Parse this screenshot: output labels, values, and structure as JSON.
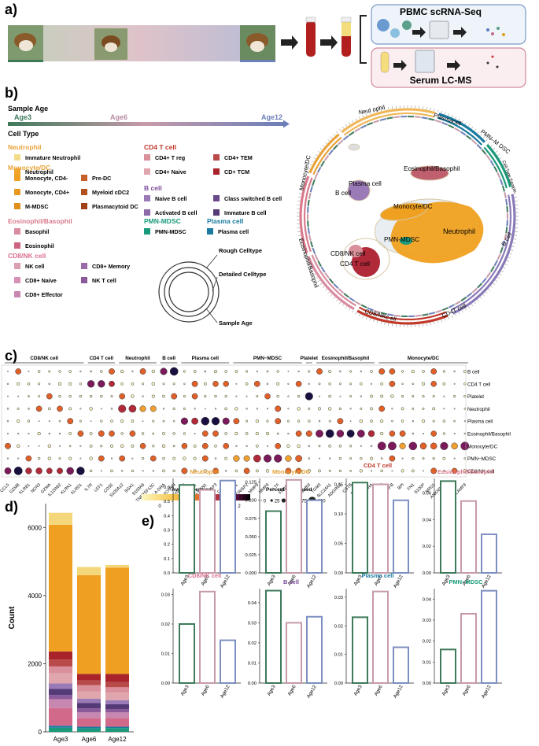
{
  "panel_a": {
    "letter": "a)",
    "box_top": "PBMC scRNA-Seq",
    "box_bottom": "Serum LC-MS"
  },
  "panel_b": {
    "letter": "b)",
    "sample_age_title": "Sample Age",
    "ages": [
      "Age3",
      "Age6",
      "Age12"
    ],
    "cell_type_title": "Cell Type",
    "groups": [
      {
        "name": "Neutrophil",
        "color": "#e8a33a",
        "items": [
          {
            "label": "Immature Neutrophil",
            "color": "#f2dc8a"
          },
          {
            "label": "Neutrophil",
            "color": "#f0a52a"
          }
        ]
      },
      {
        "name": "Monocyte/DC",
        "color": "#e8a33a",
        "items": [
          {
            "label": "Monocyte, CD4-",
            "color": "#f0a020"
          },
          {
            "label": "Monocyte, CD4+",
            "color": "#e89a20"
          },
          {
            "label": "M-MDSC",
            "color": "#e0901a"
          },
          {
            "label": "Pre-DC",
            "color": "#c8602a"
          },
          {
            "label": "Myeloid cDC2",
            "color": "#b0501e"
          },
          {
            "label": "Plasmacytoid DC",
            "color": "#a04018"
          }
        ]
      },
      {
        "name": "Eosinophil/Basophil",
        "color": "#d97a8c",
        "items": [
          {
            "label": "Basophil",
            "color": "#d98ca0"
          },
          {
            "label": "Eosinophil",
            "color": "#cc6680"
          }
        ]
      },
      {
        "name": "CD8/NK cell",
        "color": "#d96f8c",
        "items": [
          {
            "label": "NK cell",
            "color": "#d9a0b0"
          },
          {
            "label": "CD8+ Naive",
            "color": "#d690b6"
          },
          {
            "label": "CD8+ Effector",
            "color": "#c887b0"
          },
          {
            "label": "CD8+ Memory",
            "color": "#9b6aa8"
          },
          {
            "label": "NK T cell",
            "color": "#8a5a9a"
          }
        ]
      },
      {
        "name": "CD4 T cell",
        "color": "#c0392b",
        "items": [
          {
            "label": "CD4+ T reg",
            "color": "#d9909a"
          },
          {
            "label": "CD4+ Naive",
            "color": "#e0a6ae"
          },
          {
            "label": "CD4+ TEM",
            "color": "#b84a4a"
          },
          {
            "label": "CD+ TCM",
            "color": "#a8242a"
          }
        ]
      },
      {
        "name": "B cell",
        "color": "#7a4a9a",
        "items": [
          {
            "label": "Naive B cell",
            "color": "#9b7ab8"
          },
          {
            "label": "Activated B cell",
            "color": "#8c6aa8"
          },
          {
            "label": "Class switched B cell",
            "color": "#6a4a8a"
          },
          {
            "label": "Immature B cell",
            "color": "#553a78"
          }
        ]
      },
      {
        "name": "PMN-MDSC",
        "color": "#1a9a7a",
        "items": [
          {
            "label": "PMN-MDSC",
            "color": "#1a9a7a"
          }
        ]
      },
      {
        "name": "Plasma cell",
        "color": "#1a7aa0",
        "items": [
          {
            "label": "Plasma cell",
            "color": "#1a7aa0"
          }
        ]
      }
    ],
    "ring_legend": [
      "Rough Celltype",
      "Detailed Celltype",
      "Sample Age"
    ],
    "umap_labels": [
      "Eosinophil/Basophil",
      "Plasma cell",
      "B cell",
      "Monocyte/DC",
      "PMN-MDSC",
      "Neutrophil",
      "CD8/NK cell",
      "CD4 T cell"
    ],
    "ring_labels": [
      "Neut ophil",
      "Plasmacell",
      "PMN–M DSC",
      "Cell Type Sample",
      "B cell",
      "CD4T cell",
      "CD8/NKc ell",
      "Eosinophil/Basophil",
      "Monocyte/DC"
    ]
  },
  "panel_c": {
    "letter": "c)",
    "group_labels": [
      "CD8/NK cell",
      "CD4 T cell",
      "Neutrophil",
      "B cell",
      "Plasma cell",
      "PMN−MDSC",
      "Platelet",
      "Eosinophil/Basophil",
      "Monocyte/DC"
    ],
    "group_sizes": [
      8,
      3,
      4,
      2,
      5,
      7,
      1,
      6,
      9
    ],
    "genes": [
      "CCL5",
      "GZMB",
      "KLRB1",
      "NCR3",
      "GZMA",
      "IL12RB2",
      "KLRK1",
      "KLRD1",
      "IL7R",
      "LEF1",
      "CD3E",
      "S100A12",
      "SGK1",
      "S100A8",
      "TNFRSF13C",
      "DLA-DRA",
      "JCHAIN",
      "TXNDC5",
      "MZB1",
      "LMAN1",
      "LAP3",
      "CAMP",
      "PGLYRP1",
      "CRISP2",
      "MMP8",
      "MMP9",
      "LTF",
      "FADS1",
      "PPBP",
      "C5orf15orf63",
      "TGM3",
      "SLC24A1",
      "ADGRE2",
      "CSTB",
      "DACH1",
      "IL5RA",
      "LYZ",
      "MAFB",
      "BPI",
      "FN1",
      "S100P",
      "NRG1",
      "ANKRD45",
      "RETN",
      "SLAMF9"
    ],
    "row_labels": [
      "B cell",
      "CD4 T cell",
      "Platelet",
      "Neutrophil",
      "Plasma cell",
      "Eosinophil/Basophil",
      "Monocyte/DC",
      "PMN−MDSC",
      "CD8/NK cell"
    ],
    "avg_expr_title": "Avg. Expression",
    "avg_expr_ticks": [
      "0",
      "1",
      "2"
    ],
    "pct_title": "Percent Expressed",
    "pct_ticks": [
      "0",
      "25",
      "50",
      "75",
      "100"
    ]
  },
  "panel_d": {
    "letter": "d)",
    "ylabel": "Count",
    "yticks": [
      "0",
      "2000",
      "4000",
      "6000"
    ],
    "chart_data": {
      "type": "bar",
      "categories": [
        "Age3",
        "Age6",
        "Age12"
      ],
      "ylim": [
        0,
        6700
      ],
      "ylabel": "Count",
      "series": [
        {
          "color": "#1a9a7a",
          "values": [
            120,
            100,
            110
          ]
        },
        {
          "color": "#1a7aa0",
          "values": [
            60,
            50,
            40
          ]
        },
        {
          "color": "#d16a8a",
          "values": [
            520,
            260,
            260
          ]
        },
        {
          "color": "#c887b0",
          "values": [
            260,
            160,
            160
          ]
        },
        {
          "color": "#8a5a9a",
          "values": [
            120,
            120,
            100
          ]
        },
        {
          "color": "#553a78",
          "values": [
            180,
            160,
            140
          ]
        },
        {
          "color": "#9b7ab8",
          "values": [
            160,
            120,
            120
          ]
        },
        {
          "color": "#e0a6ae",
          "values": [
            300,
            220,
            220
          ]
        },
        {
          "color": "#d9909a",
          "values": [
            200,
            180,
            160
          ]
        },
        {
          "color": "#b84a4a",
          "values": [
            200,
            140,
            150
          ]
        },
        {
          "color": "#a8242a",
          "values": [
            240,
            190,
            240
          ]
        },
        {
          "color": "#f0a020",
          "values": [
            3720,
            2900,
            3120
          ]
        },
        {
          "color": "#f4d77a",
          "values": [
            350,
            240,
            80
          ]
        }
      ]
    }
  },
  "panel_e": {
    "letter": "e)",
    "chart_data": [
      {
        "type": "bar",
        "title": "Neutrophil",
        "title_color": "#e8a33a",
        "categories": [
          "Age3",
          "Age6",
          "Age12"
        ],
        "values": [
          0.615,
          0.58,
          0.645
        ],
        "ylim": [
          0,
          0.66
        ],
        "yticks": [
          "0.0",
          "0.1",
          "0.2",
          "0.3",
          "0.4",
          "0.5",
          "0.6"
        ],
        "ytick_vals": [
          0,
          0.1,
          0.2,
          0.3,
          0.4,
          0.5,
          0.6
        ]
      },
      {
        "type": "bar",
        "title": "Monocyte/DC",
        "title_color": "#e8a33a",
        "categories": [
          "Age3",
          "Age6",
          "Age12"
        ],
        "values": [
          0.085,
          0.128,
          0.1
        ],
        "ylim": [
          0,
          0.13
        ],
        "yticks": [
          "0.000",
          "0.025",
          "0.050",
          "0.075",
          "0.100",
          "0.125"
        ],
        "ytick_vals": [
          0,
          0.025,
          0.05,
          0.075,
          0.1,
          0.125
        ]
      },
      {
        "type": "bar",
        "title": "CD4 T cell",
        "title_color": "#c0392b",
        "categories": [
          "Age3",
          "Age6",
          "Age12"
        ],
        "values": [
          0.153,
          0.15,
          0.123
        ],
        "ylim": [
          0,
          0.16
        ],
        "yticks": [
          "0.00",
          "0.05",
          "0.10",
          "0.15"
        ],
        "ytick_vals": [
          0,
          0.05,
          0.1,
          0.15
        ]
      },
      {
        "type": "bar",
        "title": "Eosinophil/Basophil",
        "title_color": "#d97a8c",
        "categories": [
          "Age3",
          "Age6",
          "Age12"
        ],
        "values": [
          0.069,
          0.054,
          0.029
        ],
        "ylim": [
          0,
          0.071
        ],
        "yticks": [
          "0.00",
          "0.02",
          "0.04",
          "0.06"
        ],
        "ytick_vals": [
          0,
          0.02,
          0.04,
          0.06
        ]
      },
      {
        "type": "bar",
        "title": "CD8/NK cell",
        "title_color": "#d96f8c",
        "categories": [
          "Age3",
          "Age6",
          "Age12"
        ],
        "values": [
          0.02,
          0.031,
          0.0145
        ],
        "ylim": [
          0,
          0.032
        ],
        "yticks": [
          "0.00",
          "0.01",
          "0.02",
          "0.03"
        ],
        "ytick_vals": [
          0,
          0.01,
          0.02,
          0.03
        ]
      },
      {
        "type": "bar",
        "title": "B cell",
        "title_color": "#7a4a9a",
        "categories": [
          "Age3",
          "Age6",
          "Age12"
        ],
        "values": [
          0.046,
          0.03,
          0.033
        ],
        "ylim": [
          0,
          0.047
        ],
        "yticks": [
          "0.00",
          "0.01",
          "0.02",
          "0.03",
          "0.04"
        ],
        "ytick_vals": [
          0,
          0.01,
          0.02,
          0.03,
          0.04
        ]
      },
      {
        "type": "bar",
        "title": "Plasma cell",
        "title_color": "#1a7aa0",
        "categories": [
          "Age3",
          "Age6",
          "Age12"
        ],
        "values": [
          0.023,
          0.032,
          0.0125
        ],
        "ylim": [
          0,
          0.033
        ],
        "yticks": [
          "0.00",
          "0.01",
          "0.02",
          "0.03"
        ],
        "ytick_vals": [
          0,
          0.01,
          0.02,
          0.03
        ]
      },
      {
        "type": "bar",
        "title": "PMN−MDSC",
        "title_color": "#1a9a7a",
        "categories": [
          "Age3",
          "Age6",
          "Age12"
        ],
        "values": [
          0.016,
          0.033,
          0.044
        ],
        "ylim": [
          0,
          0.045
        ],
        "yticks": [
          "0.00",
          "0.01",
          "0.02",
          "0.03",
          "0.04"
        ],
        "ytick_vals": [
          0,
          0.01,
          0.02,
          0.03,
          0.04
        ]
      }
    ],
    "bar_colors": [
      "#3e7a5a",
      "#c79aaa",
      "#7d8fc0"
    ]
  }
}
